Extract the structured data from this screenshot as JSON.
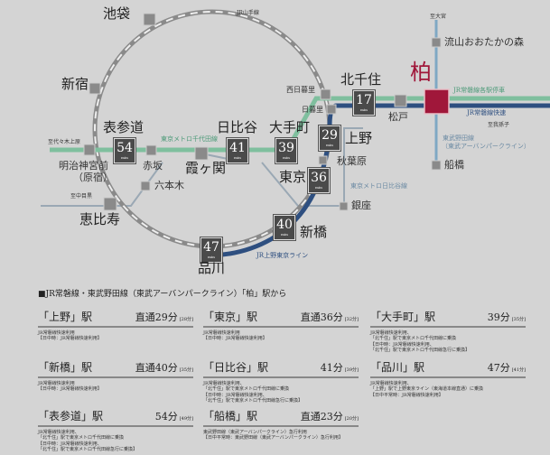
{
  "colors": {
    "background": "#d4d4d4",
    "chiyoda": "#7fbf9e",
    "joban_rapid": "#2e4f80",
    "tobu": "#7fa8c4",
    "hibiya": "#9aa8b4",
    "yamanote": "#8a8a8a",
    "kashiwa": "#a0173a",
    "time_box": "#4a4a4a"
  },
  "map": {
    "origin": "柏",
    "lines": {
      "yamanote": "JR山手線",
      "chiyoda": "東京メトロ千代田線",
      "hibiya": "東京メトロ日比谷線",
      "joban_local": "JR常磐線各駅停車",
      "joban_rapid": "JR常磐線快速",
      "ueno_tokyo": "JR上野東京ライン",
      "tobu": "東武野田線",
      "tobu_sub": "（東武アーバンパークライン）"
    },
    "directions": {
      "omiya": "至大宮",
      "kashiwagaya": "至我孫子",
      "yoyogiuehara": "至代々木上原",
      "nakameguro": "至中目黒"
    },
    "stations": {
      "ikebukuro": "池袋",
      "shinjuku": "新宿",
      "omotesando": "表参道",
      "meiji": "明治神宮前",
      "harajuku": "（原宿）",
      "akasaka": "赤坂",
      "kasumigaseki": "霞ヶ関",
      "roppongi": "六本木",
      "ebisu": "恵比寿",
      "hibiya": "日比谷",
      "otemachi": "大手町",
      "tokyo": "東京",
      "shimbashi": "新橋",
      "shinagawa": "品川",
      "ginza": "銀座",
      "akihabara": "秋葉原",
      "ueno": "上野",
      "nippori": "日暮里",
      "nishinippori": "西日暮里",
      "kitasenju": "北千住",
      "matsudo": "松戸",
      "nagareyama": "流山おおたかの森",
      "funabashi": "船橋"
    },
    "times": {
      "omotesando": "54",
      "hibiya": "41",
      "otemachi": "39",
      "ueno": "29",
      "kitasenju": "17",
      "tokyo": "36",
      "shimbashi": "40",
      "shinagawa": "47",
      "unit": "min"
    }
  },
  "section_header": "■JR常磐線・東武野田線（東武アーバンパークライン）「柏」駅から",
  "cards": [
    {
      "title": "「上野」駅",
      "time": "直通29分",
      "alt": "[28分]",
      "notes": [
        "JR常磐線快速利用",
        "【日中時：JR常磐線快速利用】"
      ]
    },
    {
      "title": "「東京」駅",
      "time": "直通36分",
      "alt": "[32分]",
      "notes": [
        "JR常磐線快速利用",
        "【日中時：JR常磐線快速利用】"
      ]
    },
    {
      "title": "「大手町」駅",
      "time": "39分",
      "alt": "[35分]",
      "notes": [
        "JR常磐線快速利用、",
        "「北千住」駅で東京メトロ千代田線に乗換",
        "【日中時：JR常磐線快速利用、",
        "「北千住」駅で東京メトロ千代田線急行に乗換】"
      ]
    },
    {
      "title": "「新橋」駅",
      "time": "直通40分",
      "alt": "[35分]",
      "notes": [
        "JR常磐線快速利用",
        "【日中時：JR常磐線快速利用】"
      ]
    },
    {
      "title": "「日比谷」駅",
      "time": "41分",
      "alt": "[39分]",
      "notes": [
        "JR常磐線快速利用、",
        "「北千住」駅で東京メトロ千代田線に乗換",
        "【日中時：JR常磐線快速利用、",
        "「北千住」駅で東京メトロ千代田線急行に乗換】"
      ]
    },
    {
      "title": "「品川」駅",
      "time": "47分",
      "alt": "[41分]",
      "notes": [
        "JR常磐線快速利用、",
        "「上野」駅で上野東京ライン（東海道本線直通）に乗換",
        "【日中平常時：JR常磐線快速利用】"
      ]
    },
    {
      "title": "「表参道」駅",
      "time": "54分",
      "alt": "[49分]",
      "notes": [
        "JR常磐線快速利用、",
        "「北千住」駅で東京メトロ千代田線に乗換",
        "【日中時：JR常磐線快速利用、",
        "「北千住」駅で東京メトロ千代田線急行に乗換】"
      ]
    },
    {
      "title": "「船橋」駅",
      "time": "直通23分",
      "alt": "[20分]",
      "notes": [
        "東武野田線（東武アーバンパークライン）急行利用",
        "【日中平常時：東武野田線（東武アーバンパークライン）急行利用】"
      ]
    }
  ]
}
